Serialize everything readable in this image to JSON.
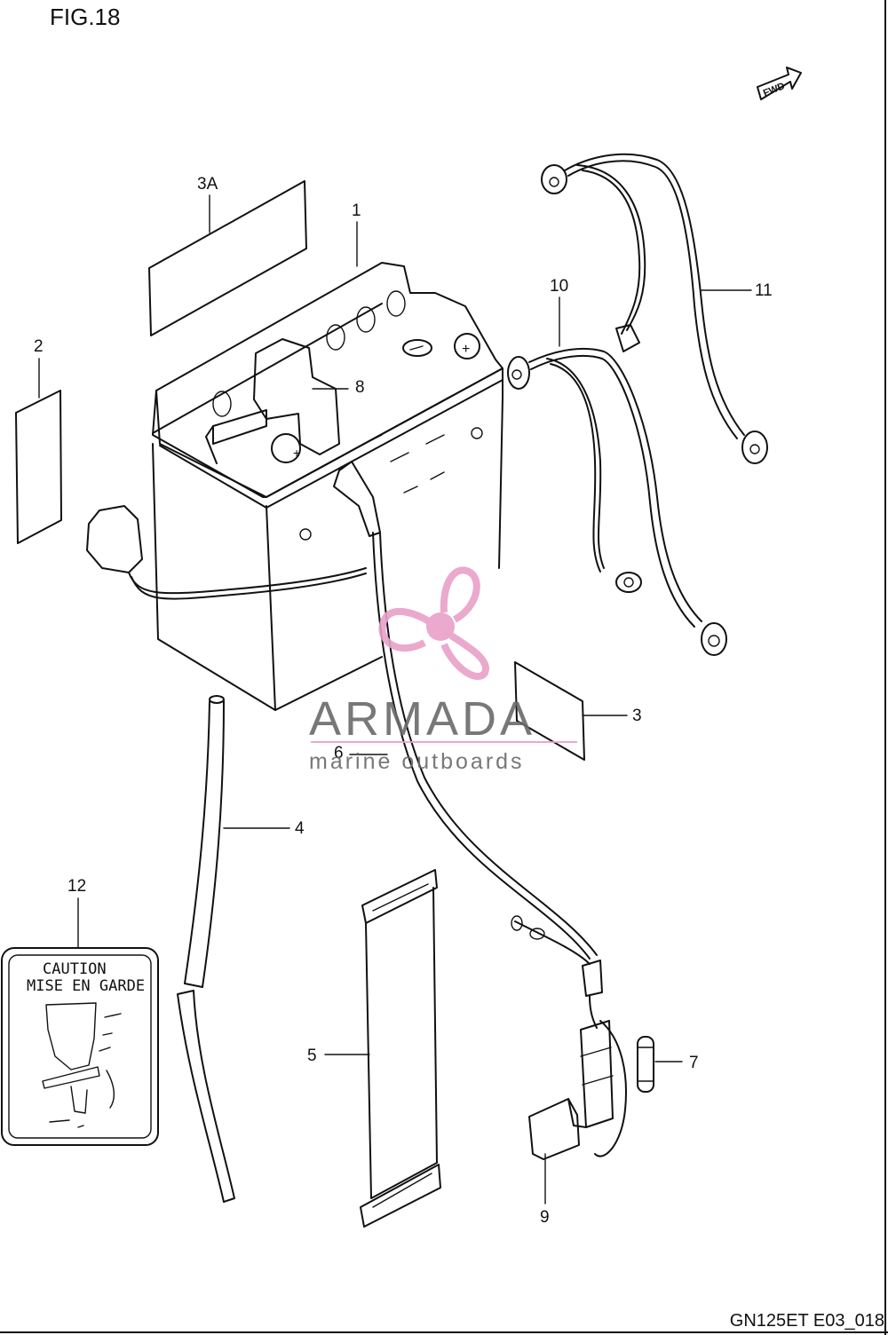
{
  "figure": {
    "title": "FIG.18",
    "code": "GN125ET E03_018",
    "direction_label": "FWD"
  },
  "callouts": [
    {
      "id": "1",
      "label": "1"
    },
    {
      "id": "2",
      "label": "2"
    },
    {
      "id": "3",
      "label": "3"
    },
    {
      "id": "3A",
      "label": "3A"
    },
    {
      "id": "4",
      "label": "4"
    },
    {
      "id": "5",
      "label": "5"
    },
    {
      "id": "6",
      "label": "6"
    },
    {
      "id": "7",
      "label": "7"
    },
    {
      "id": "8",
      "label": "8"
    },
    {
      "id": "9",
      "label": "9"
    },
    {
      "id": "10",
      "label": "10"
    },
    {
      "id": "11",
      "label": "11"
    },
    {
      "id": "12",
      "label": "12"
    }
  ],
  "caution_label": {
    "line1": "CAUTION",
    "line2": "MISE EN GARDE"
  },
  "watermark": {
    "brand": "ARMADA",
    "tagline": "marine outboards",
    "brand_color": "#e8a0c8",
    "text_color": "#6a6a6a"
  }
}
